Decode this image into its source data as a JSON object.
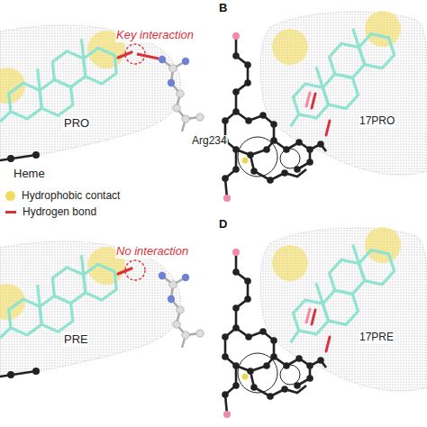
{
  "diagram": {
    "labels": [
      "Key interaction",
      "PRO",
      "Arg234",
      "Heme",
      "B",
      "17PRO",
      "No interaction",
      "PRE",
      "D",
      "17PRE"
    ],
    "legend": [
      {
        "text": "Hydrophobic contact",
        "color": "#f2dc5d"
      },
      {
        "text": "Hydrogen bond"
      }
    ]
  }
}
